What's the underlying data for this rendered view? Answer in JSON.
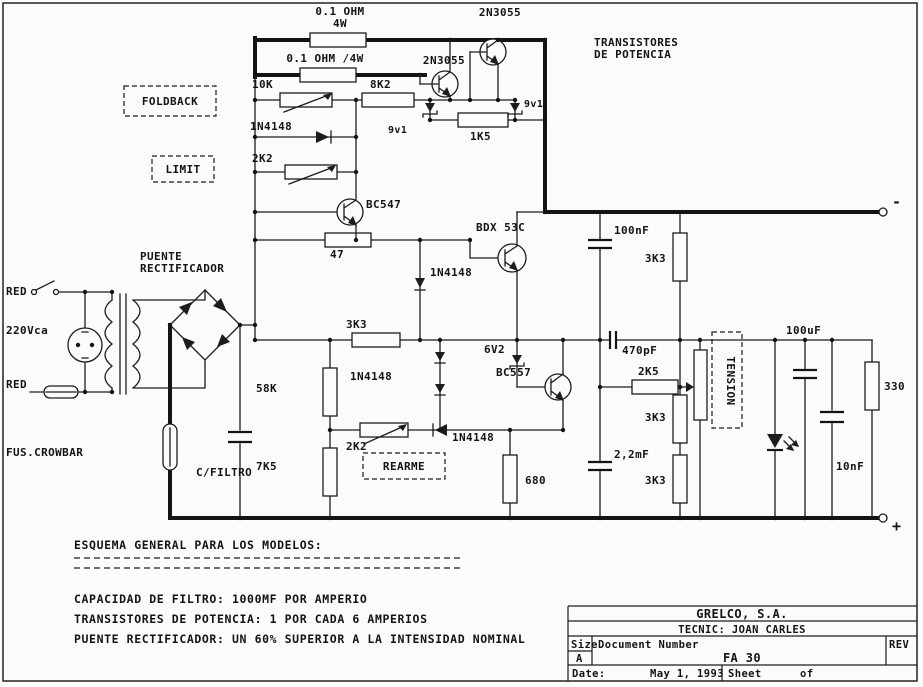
{
  "colors": {
    "ink": "#1c1c1c",
    "paper": "#fbfbfa"
  },
  "schematic": {
    "power_stage": {
      "shunt1_line1": "0.1 OHM",
      "shunt1_line2": "4W",
      "q1": "2N3055",
      "q2": "2N3055",
      "shunt2": "0.1 OHM /4W",
      "annot_line1": "TRANSISTORES",
      "annot_line2": "DE POTENCIA"
    },
    "control": {
      "foldback": "FOLDBACK",
      "limit": "LIMIT",
      "r_10k": "10K",
      "r_8k2": "8K2",
      "z_9v1_a": "9v1",
      "z_9v1_b": "9v1",
      "d_1n4148_a": "1N4148",
      "r_1k5": "1K5",
      "r_2k2_a": "2K2",
      "q_bc547": "BC547",
      "r_47": "47",
      "q_bdx": "BDX 53C",
      "d_1n4148_b": "1N4148"
    },
    "input": {
      "red_top": "RED",
      "v_in": "220Vca",
      "red_bottom": "RED",
      "bridge_line1": "PUENTE",
      "bridge_line2": "RECTIFICADOR",
      "fuse": "FUS.CROWBAR",
      "c_filtro": "C/FILTRO"
    },
    "regulator": {
      "r_3k3_row": "3K3",
      "r_58k": "58K",
      "r_7k5": "7K5",
      "d_1n4148_c": "1N4148",
      "z_6v2": "6V2",
      "q_bc557": "BC557",
      "r_2k2_b": "2K2",
      "d_1n4148_d": "1N4148",
      "rearme": "REARME",
      "r_680": "680"
    },
    "output": {
      "c_100nf": "100nF",
      "r_3k3_a": "3K3",
      "c_470pf": "470pF",
      "r_3k3_b": "3K3",
      "r_3k3_c": "3K3",
      "r_2k5": "2K5",
      "pot_label": "TENSION",
      "c_2mf2": "2,2mF",
      "c_100uf": "100uF",
      "r_330": "330",
      "c_10nf": "10nF",
      "minus": "-",
      "plus": "+"
    }
  },
  "notes": {
    "heading": "ESQUEMA GENERAL PARA LOS MODELOS:",
    "line1": "CAPACIDAD DE FILTRO: 1000MF POR AMPERIO",
    "line2": "TRANSISTORES DE POTENCIA: 1 POR CADA 6 AMPERIOS",
    "line3": "PUENTE RECTIFICADOR: UN 60% SUPERIOR A LA INTENSIDAD NOMINAL"
  },
  "title_block": {
    "company": "GRELCO, S.A.",
    "tecnic": "TECNIC: JOAN CARLES",
    "size_label": "Size",
    "size_value": "A",
    "doc_label": "Document Number",
    "doc_value": "FA 30",
    "rev_label": "REV",
    "date_label": "Date:",
    "date_value": "May 1, 1993",
    "sheet_label": "Sheet",
    "of_label": "of"
  }
}
